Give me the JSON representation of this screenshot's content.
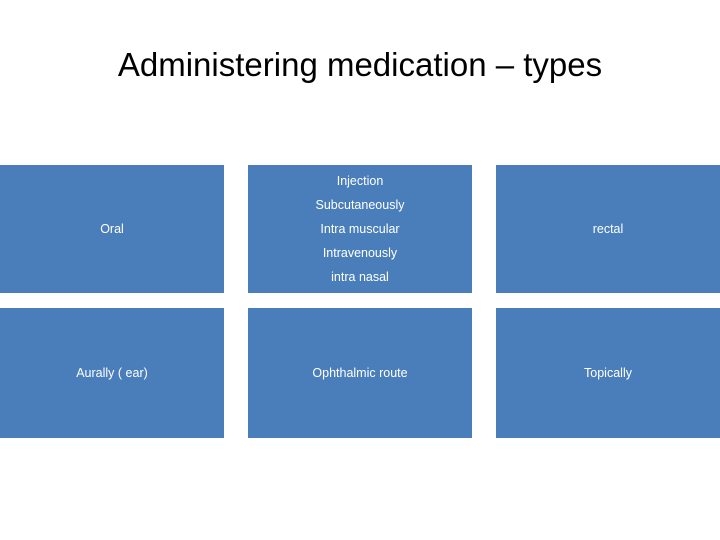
{
  "slide": {
    "title": "Administering medication – types",
    "accent_color": "#4a7ebb",
    "text_color": "#ffffff",
    "background_color": "#ffffff",
    "rows": [
      {
        "cells": [
          {
            "lines": [
              "Oral"
            ]
          },
          {
            "lines": [
              "Injection",
              "Subcutaneously",
              "Intra muscular",
              "Intravenously",
              "intra nasal"
            ]
          },
          {
            "lines": [
              "rectal"
            ]
          }
        ]
      },
      {
        "cells": [
          {
            "lines": [
              "Aurally ( ear)"
            ]
          },
          {
            "lines": [
              "Ophthalmic route"
            ]
          },
          {
            "lines": [
              "Topically"
            ]
          }
        ]
      }
    ]
  }
}
